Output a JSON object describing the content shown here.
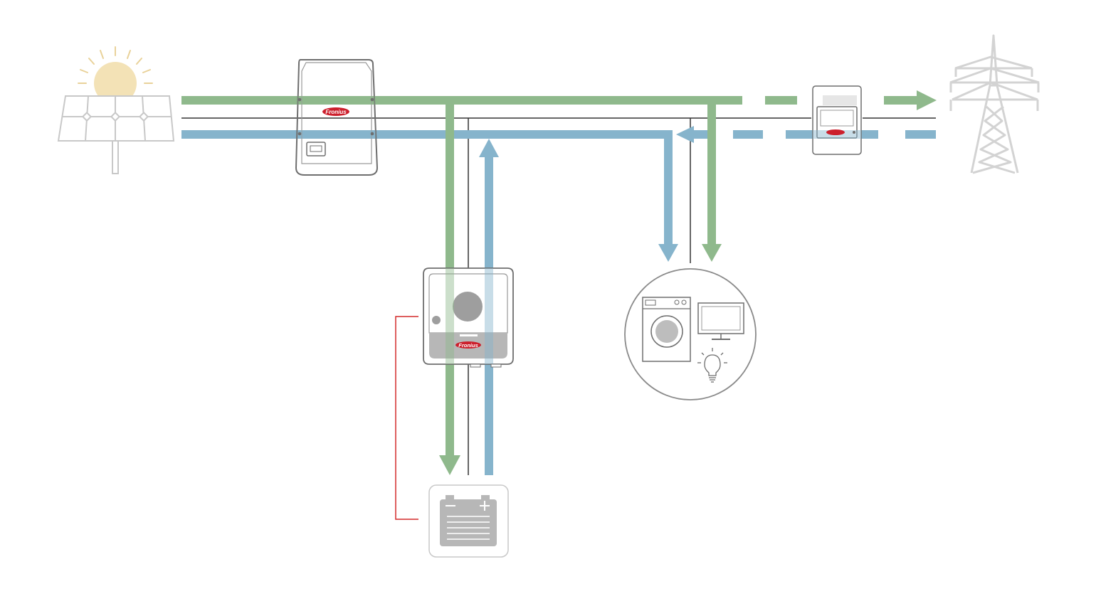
{
  "diagram": {
    "brand_label": "Fronius"
  },
  "colors": {
    "pv_flow": "#8fb98c",
    "storage_flow": "#86b4cc",
    "ac_line": "#333333",
    "battery_comm_line": "#d42a2a",
    "brand_red": "#cc1f2c",
    "device_outline": "#6e6e6e",
    "device_gray": "#b7b7b7",
    "grid_pylon": "#d3d3d3",
    "sun": "#f3e2b6"
  },
  "components": [
    {
      "id": "solar-panel",
      "icon": "solar-panel-with-sun-icon"
    },
    {
      "id": "pv-inverter",
      "icon": "inverter-icon"
    },
    {
      "id": "smart-meter",
      "icon": "smart-meter-icon"
    },
    {
      "id": "public-grid",
      "icon": "power-pylon-icon"
    },
    {
      "id": "hybrid-inverter",
      "icon": "hybrid-inverter-icon"
    },
    {
      "id": "battery",
      "icon": "battery-icon"
    },
    {
      "id": "household-loads",
      "icon": "washing-machine-tv-lightbulb-icon"
    }
  ],
  "flows": [
    {
      "id": "pv-to-grid",
      "color": "pv_flow",
      "direction": "to-grid"
    },
    {
      "id": "storage-from-grid",
      "color": "storage_flow",
      "direction": "from-grid"
    },
    {
      "id": "pv-to-battery",
      "color": "pv_flow",
      "direction": "down"
    },
    {
      "id": "battery-to-bus",
      "color": "storage_flow",
      "direction": "up"
    },
    {
      "id": "storage-to-loads",
      "color": "storage_flow",
      "direction": "down"
    },
    {
      "id": "pv-to-loads",
      "color": "pv_flow",
      "direction": "down"
    }
  ]
}
